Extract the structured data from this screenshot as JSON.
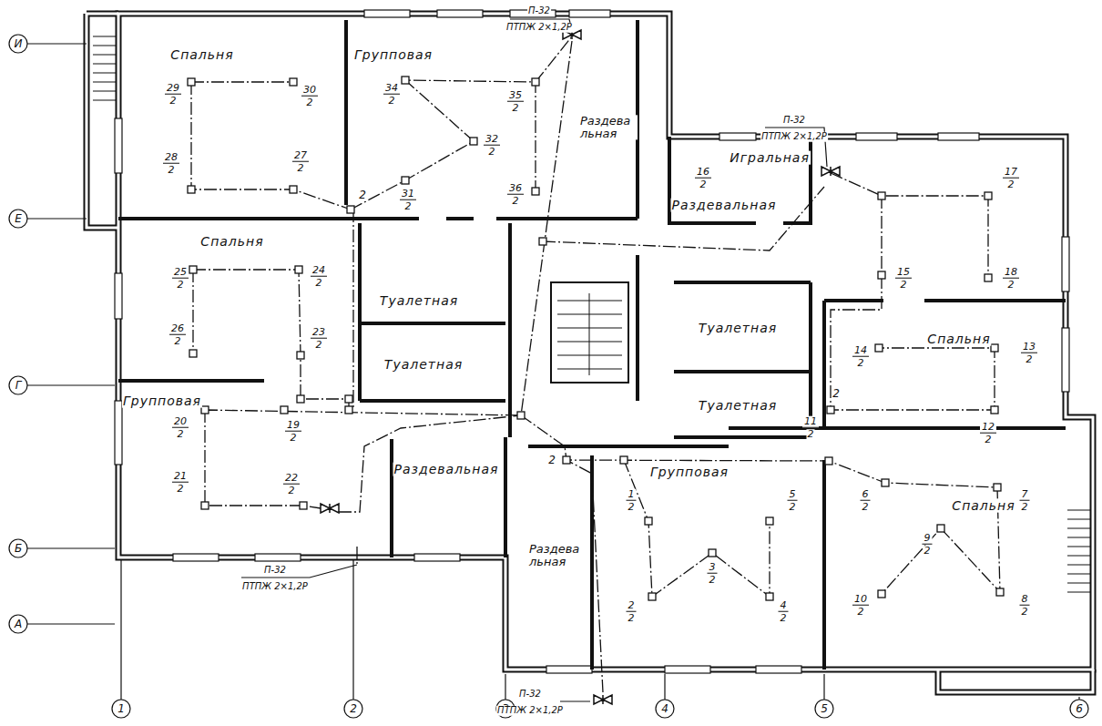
{
  "diagram": {
    "labels": [
      "Спальня",
      "Групповая",
      "Раздевальная",
      "Раздевальная",
      "Игральная",
      "Спальня",
      "Туалетная",
      "Туалетная",
      "Туалетная",
      "Туалетная",
      "Спальня",
      "Групповая",
      "Раздевальная",
      "Групповая",
      "Спальня",
      "Раздевальная",
      "И",
      "Е",
      "Г",
      "Б",
      "А",
      "1",
      "2",
      "3",
      "4",
      "5",
      "6",
      "П-32",
      "ПТПЖ 2×1,2Р",
      "П-32",
      "ПТПЖ 2×1,2Р",
      "П-32",
      "ПТПЖ 2×1,2Р",
      "П-32",
      "ПТПЖ 2×1,2Р",
      "2",
      "2",
      "2",
      "29",
      "2",
      "30",
      "2",
      "28",
      "2",
      "27",
      "2",
      "34",
      "2",
      "35",
      "2",
      "32",
      "2",
      "31",
      "2",
      "36",
      "2",
      "25",
      "2",
      "24",
      "2",
      "26",
      "2",
      "23",
      "2",
      "20",
      "2",
      "19",
      "2",
      "21",
      "2",
      "22",
      "2",
      "16",
      "2",
      "17",
      "2",
      "18",
      "2",
      "15",
      "2",
      "14",
      "2",
      "13",
      "2",
      "11",
      "2",
      "12",
      "2",
      "6",
      "2",
      "7",
      "2",
      "9",
      "2",
      "8",
      "2",
      "10",
      "2",
      "1",
      "2",
      "5",
      "2",
      "3",
      "2",
      "2",
      "2",
      "4",
      "2"
    ]
  }
}
